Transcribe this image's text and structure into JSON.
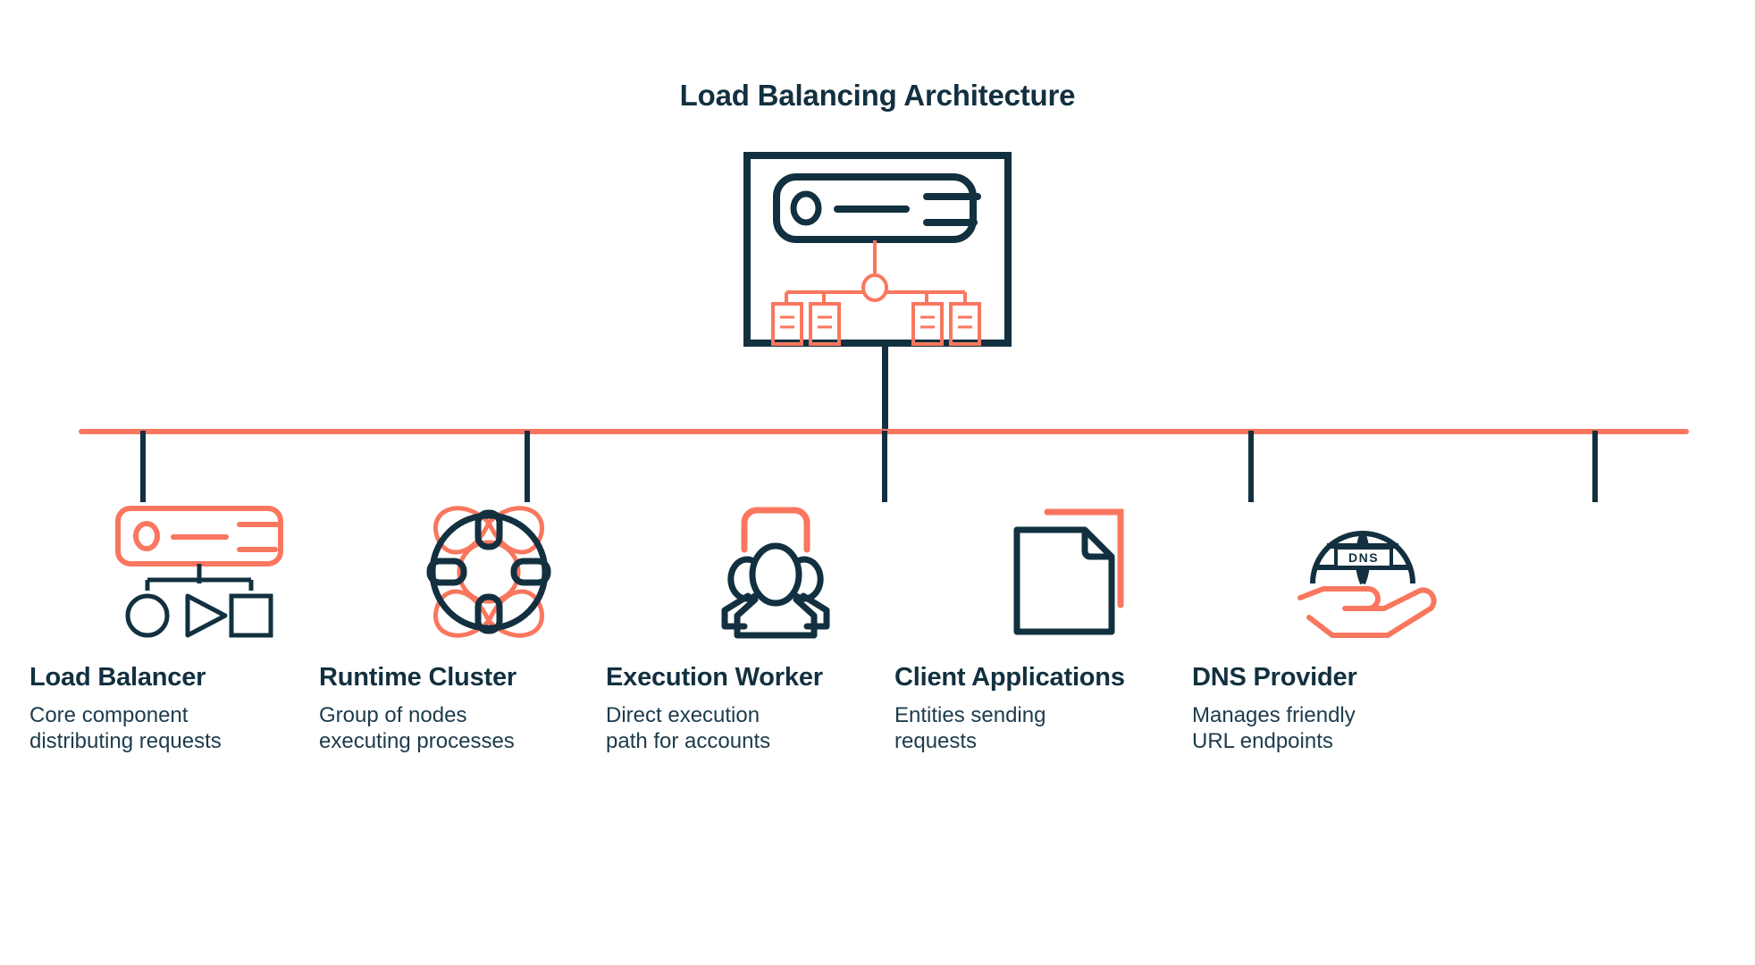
{
  "page": {
    "title": "Load Balancing Architecture",
    "background": "#ffffff"
  },
  "colors": {
    "navy": "#12303f",
    "coral": "#f9775e",
    "text_body": "#1d3b4c"
  },
  "hero": {
    "icon_name": "load-balancer-diagram-icon",
    "description": "Framed load balancer panel distributing to four server nodes"
  },
  "connector": {
    "rail_name": "horizontal-connector-rail",
    "rail_color": "#f9775e",
    "stem_color": "#12303f",
    "stem_count": 5
  },
  "items": [
    {
      "id": "load-balancer",
      "icon_name": "load-balancer-icon",
      "title": "Load Balancer",
      "desc_line1": "Core component",
      "desc_line2": "distributing requests"
    },
    {
      "id": "runtime-cluster",
      "icon_name": "lifebuoy-cluster-icon",
      "title": "Runtime Cluster",
      "desc_line1": "Group of nodes",
      "desc_line2": "executing processes"
    },
    {
      "id": "execution-worker",
      "icon_name": "user-group-icon",
      "title": "Execution Worker",
      "desc_line1": "Direct execution",
      "desc_line2": "path for accounts"
    },
    {
      "id": "client-applications",
      "icon_name": "document-page-icon",
      "title": "Client Applications",
      "desc_line1": "Entities sending",
      "desc_line2": "requests"
    },
    {
      "id": "dns-provider",
      "icon_name": "dns-globe-hand-icon",
      "title": "DNS Provider",
      "desc_line1": "Manages friendly",
      "desc_line2": "URL endpoints",
      "icon_label": "DNS"
    }
  ]
}
